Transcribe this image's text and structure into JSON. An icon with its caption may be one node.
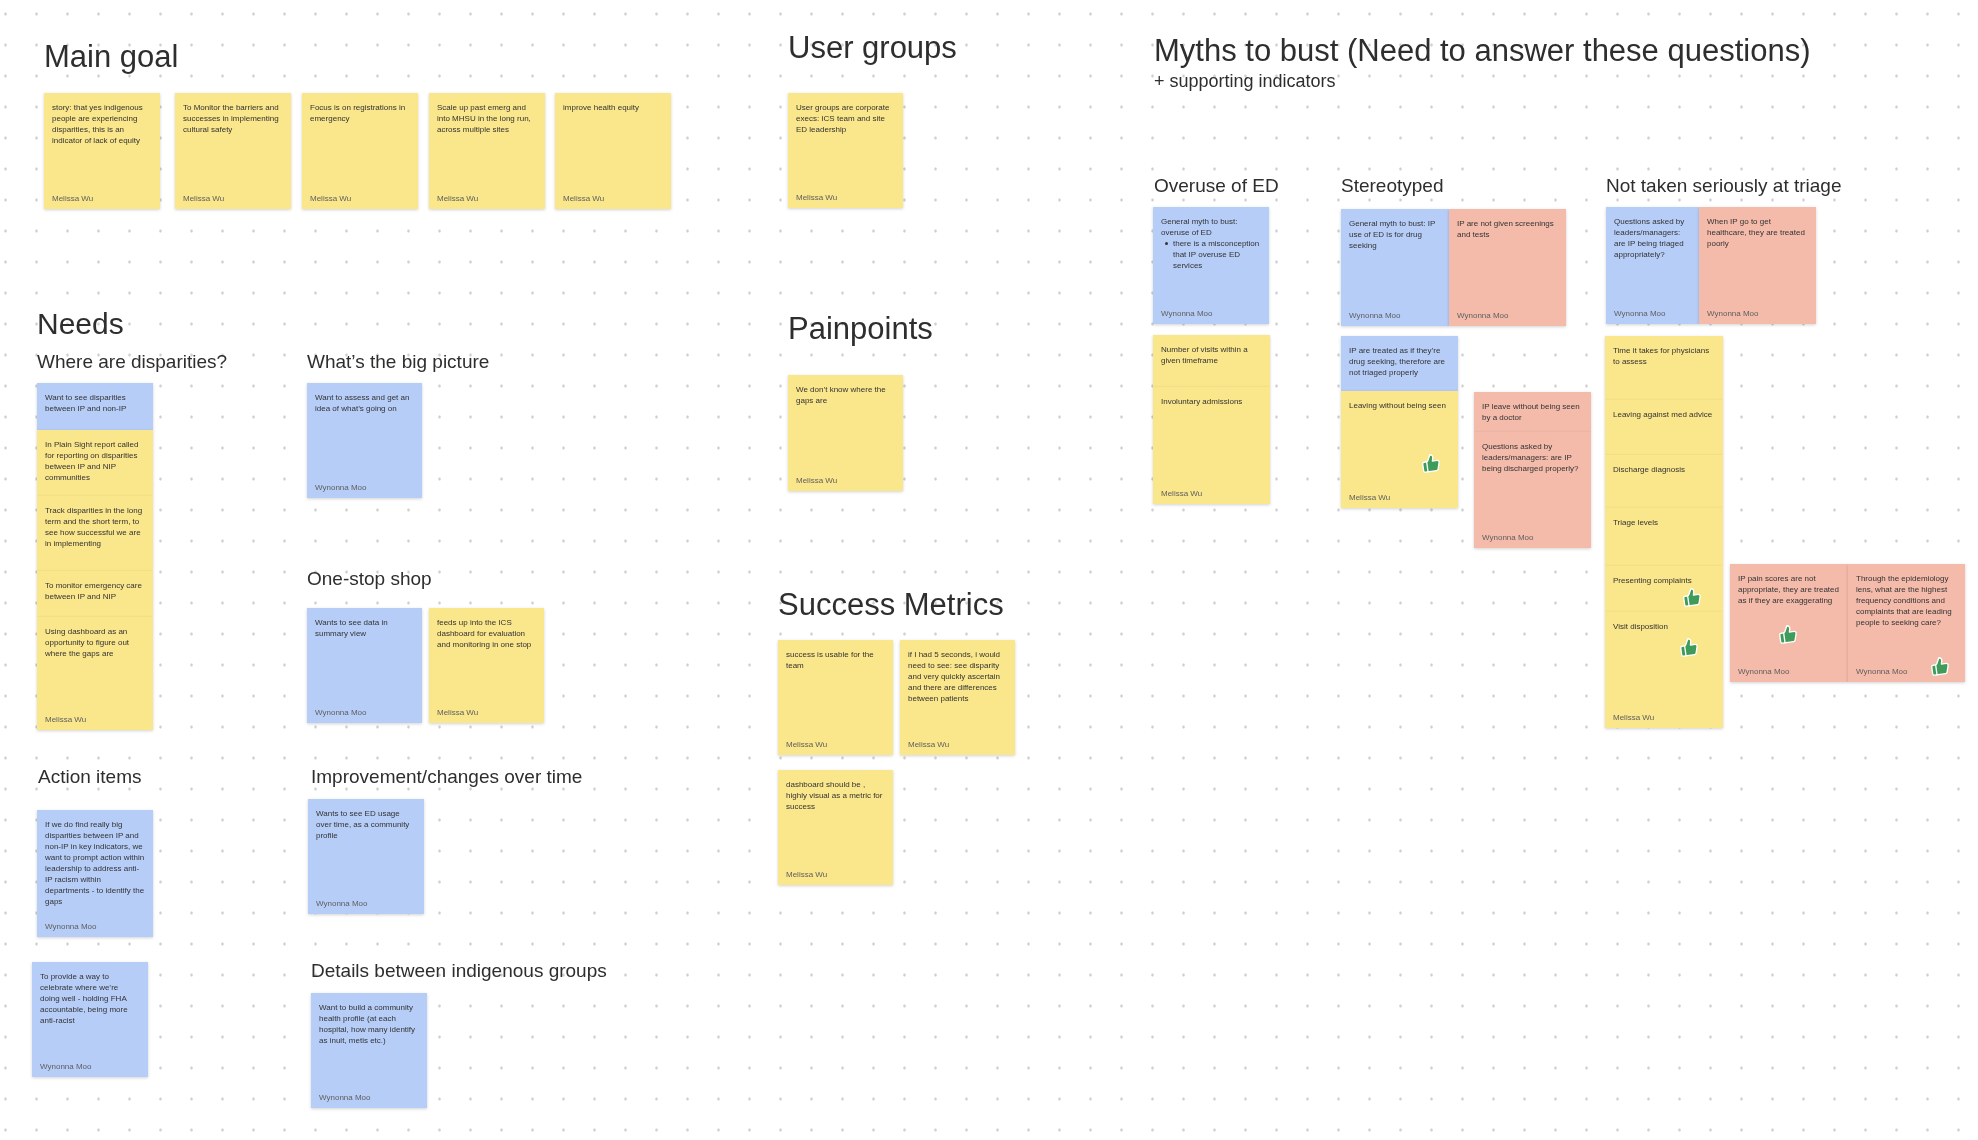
{
  "diagram": {
    "nodes": [
      {
        "text": [
          "story: that yes indigenous people are experiencing disparities, this is an indicator of lack of equity",
          "Melissa Wu"
        ]
      },
      {
        "text": [
          "To Monitor the barriers and successes in implementing cultural safety",
          "Melissa Wu"
        ]
      },
      {
        "text": [
          "Focus is on registrations in emergency",
          "Melissa Wu"
        ]
      },
      {
        "text": [
          "Scale up past emerg and into MHSU in the long run, across multiple sites",
          "Melissa Wu"
        ]
      },
      {
        "text": [
          "improve health equity",
          "Melissa Wu"
        ]
      },
      {
        "text": [
          "Want to see disparities between IP and non-IP"
        ]
      },
      {
        "text": [
          "In Plain Sight report called for reporting on disparities between IP and NIP communities"
        ]
      },
      {
        "text": [
          "Track disparities in the long term and the short term, to see how successful we are in implementing"
        ]
      },
      {
        "text": [
          "To monitor emergency care between IP and NIP"
        ]
      },
      {
        "text": [
          "Using dashboard as an opportunity to figure out where the gaps are",
          "Melissa Wu"
        ]
      },
      {
        "text": [
          "Want to assess and get an idea of what’s going on",
          "Wynonna Moo"
        ]
      },
      {
        "text": [
          "Wants to see data in summary view",
          "Wynonna Moo"
        ]
      },
      {
        "text": [
          "feeds up into the ICS dashboard for evaluation and monitoring in one stop",
          "Melissa Wu"
        ]
      },
      {
        "text": [
          "If we do find really big disparities between IP and non-IP in key indicators, we want to prompt action within leadership to address anti-IP racism within departments - to identify the gaps",
          "Wynonna Moo"
        ]
      },
      {
        "text": [
          "To provide a way to celebrate where we’re doing well - holding FHA accountable, being more anti-racist",
          "Wynonna Moo"
        ]
      },
      {
        "text": [
          "Wants to see ED usage over time, as a community profile",
          "Wynonna Moo"
        ]
      },
      {
        "text": [
          "Want to build a community health profile (at each hospital, how many identify as inuit, metis etc.)",
          "Wynonna Moo"
        ]
      },
      {
        "text": [
          "User groups are corporate execs: ICS team and site ED leadership",
          "Melissa Wu"
        ]
      },
      {
        "text": [
          "We don’t know where the gaps are",
          "Melissa Wu"
        ]
      },
      {
        "text": [
          "success is usable for the team",
          "Melissa Wu"
        ]
      },
      {
        "text": [
          "if I had 5 seconds, i would need to see: see disparity and very quickly ascertain and there are differences between patients",
          "Melissa Wu"
        ]
      },
      {
        "text": [
          "dashboard should be , highly visual as a metric for success",
          "Melissa Wu"
        ]
      },
      {
        "text": [
          "General myth to bust: overuse of ED",
          "there is a misconception that IP overuse ED services",
          "Wynonna Moo"
        ]
      },
      {
        "text": [
          "Number of visits within a given timeframe"
        ]
      },
      {
        "text": [
          "Involuntary admissions",
          "Melissa Wu"
        ]
      },
      {
        "text": [
          "General myth to bust: IP use of ED is for drug seeking",
          "Wynonna Moo"
        ]
      },
      {
        "text": [
          "IP are not given screenings and tests",
          "Wynonna Moo"
        ]
      },
      {
        "text": [
          "IP are treated as if they’re drug seeking, therefore are not triaged properly"
        ]
      },
      {
        "text": [
          "Leaving without being seen",
          "Melissa Wu"
        ]
      },
      {
        "text": [
          "IP leave without being seen by a doctor"
        ]
      },
      {
        "text": [
          "Questions asked by leaders/managers: are IP being discharged properly?",
          "Wynonna Moo"
        ]
      },
      {
        "text": [
          "Questions asked by leaders/managers: are IP being triaged appropriately?",
          "Wynonna Moo"
        ]
      },
      {
        "text": [
          "When IP go to get healthcare, they are treated poorly",
          "Wynonna Moo"
        ]
      },
      {
        "text": [
          "Time it takes for physicians to assess"
        ]
      },
      {
        "text": [
          "Leaving against med advice"
        ]
      },
      {
        "text": [
          "Discharge diagnosis"
        ]
      },
      {
        "text": [
          "Triage levels"
        ]
      },
      {
        "text": [
          "Presenting complaints"
        ]
      },
      {
        "text": [
          "Visit disposition",
          "Melissa Wu"
        ]
      },
      {
        "text": [
          "IP pain scores are not appropriate, they are treated as if they are exaggerating",
          "Wynonna Moo"
        ]
      },
      {
        "text": [
          "Through the epidemiology lens, what are the highest frequency conditions and complaints that are leading people to seeking care?",
          "Wynonna Moo"
        ]
      }
    ],
    "labels": [
      "Main goal",
      "Needs",
      "Where are disparities?",
      "What’s the big picture",
      "One-stop shop",
      "Action items",
      "Improvement/changes over time",
      "Details between indigenous groups",
      "User groups",
      "Painpoints",
      "Success Metrics",
      "Myths to bust (Need to answer these questions)",
      "+ supporting indicators",
      "Overuse of ED",
      "Stereotyped",
      "Not taken seriously at triage"
    ]
  }
}
